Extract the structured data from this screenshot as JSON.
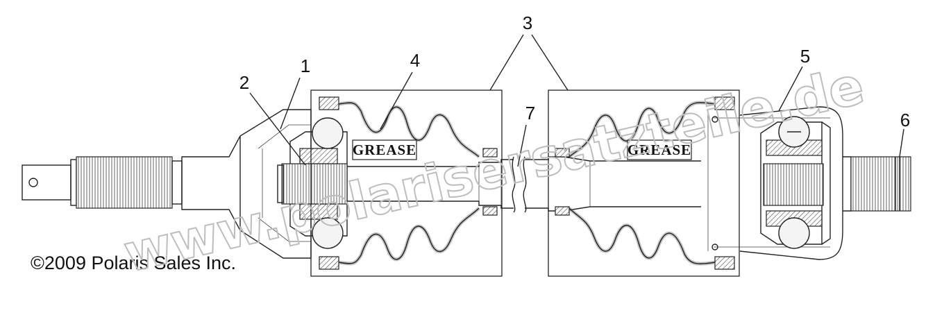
{
  "diagram": {
    "callouts": [
      {
        "id": "1",
        "label": "1"
      },
      {
        "id": "2",
        "label": "2"
      },
      {
        "id": "3",
        "label": "3"
      },
      {
        "id": "4",
        "label": "4"
      },
      {
        "id": "5",
        "label": "5"
      },
      {
        "id": "6",
        "label": "6"
      },
      {
        "id": "7",
        "label": "7"
      }
    ],
    "boot_labels": {
      "inner": "GREASE",
      "outer": "GREASE"
    }
  },
  "copyright": "©2009 Polaris Sales Inc.",
  "watermark": "www.polarisersatzteile.de"
}
